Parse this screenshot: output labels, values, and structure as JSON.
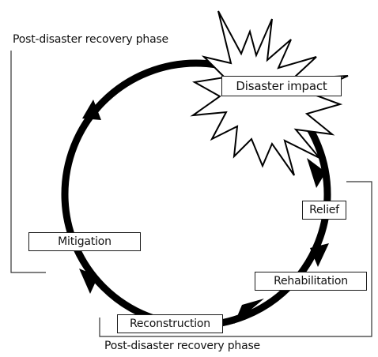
{
  "diagram": {
    "phase_labels": {
      "top": "Post-disaster recovery phase",
      "bottom": "Post-disaster recovery phase"
    },
    "stages": {
      "disaster_impact": "Disaster impact",
      "relief": "Relief",
      "rehabilitation": "Rehabilitation",
      "reconstruction": "Reconstruction",
      "mitigation": "Mitigation"
    },
    "colors": {
      "arrow": "#000000",
      "box_border": "#1a1a1a",
      "bracket": "#333333"
    }
  }
}
